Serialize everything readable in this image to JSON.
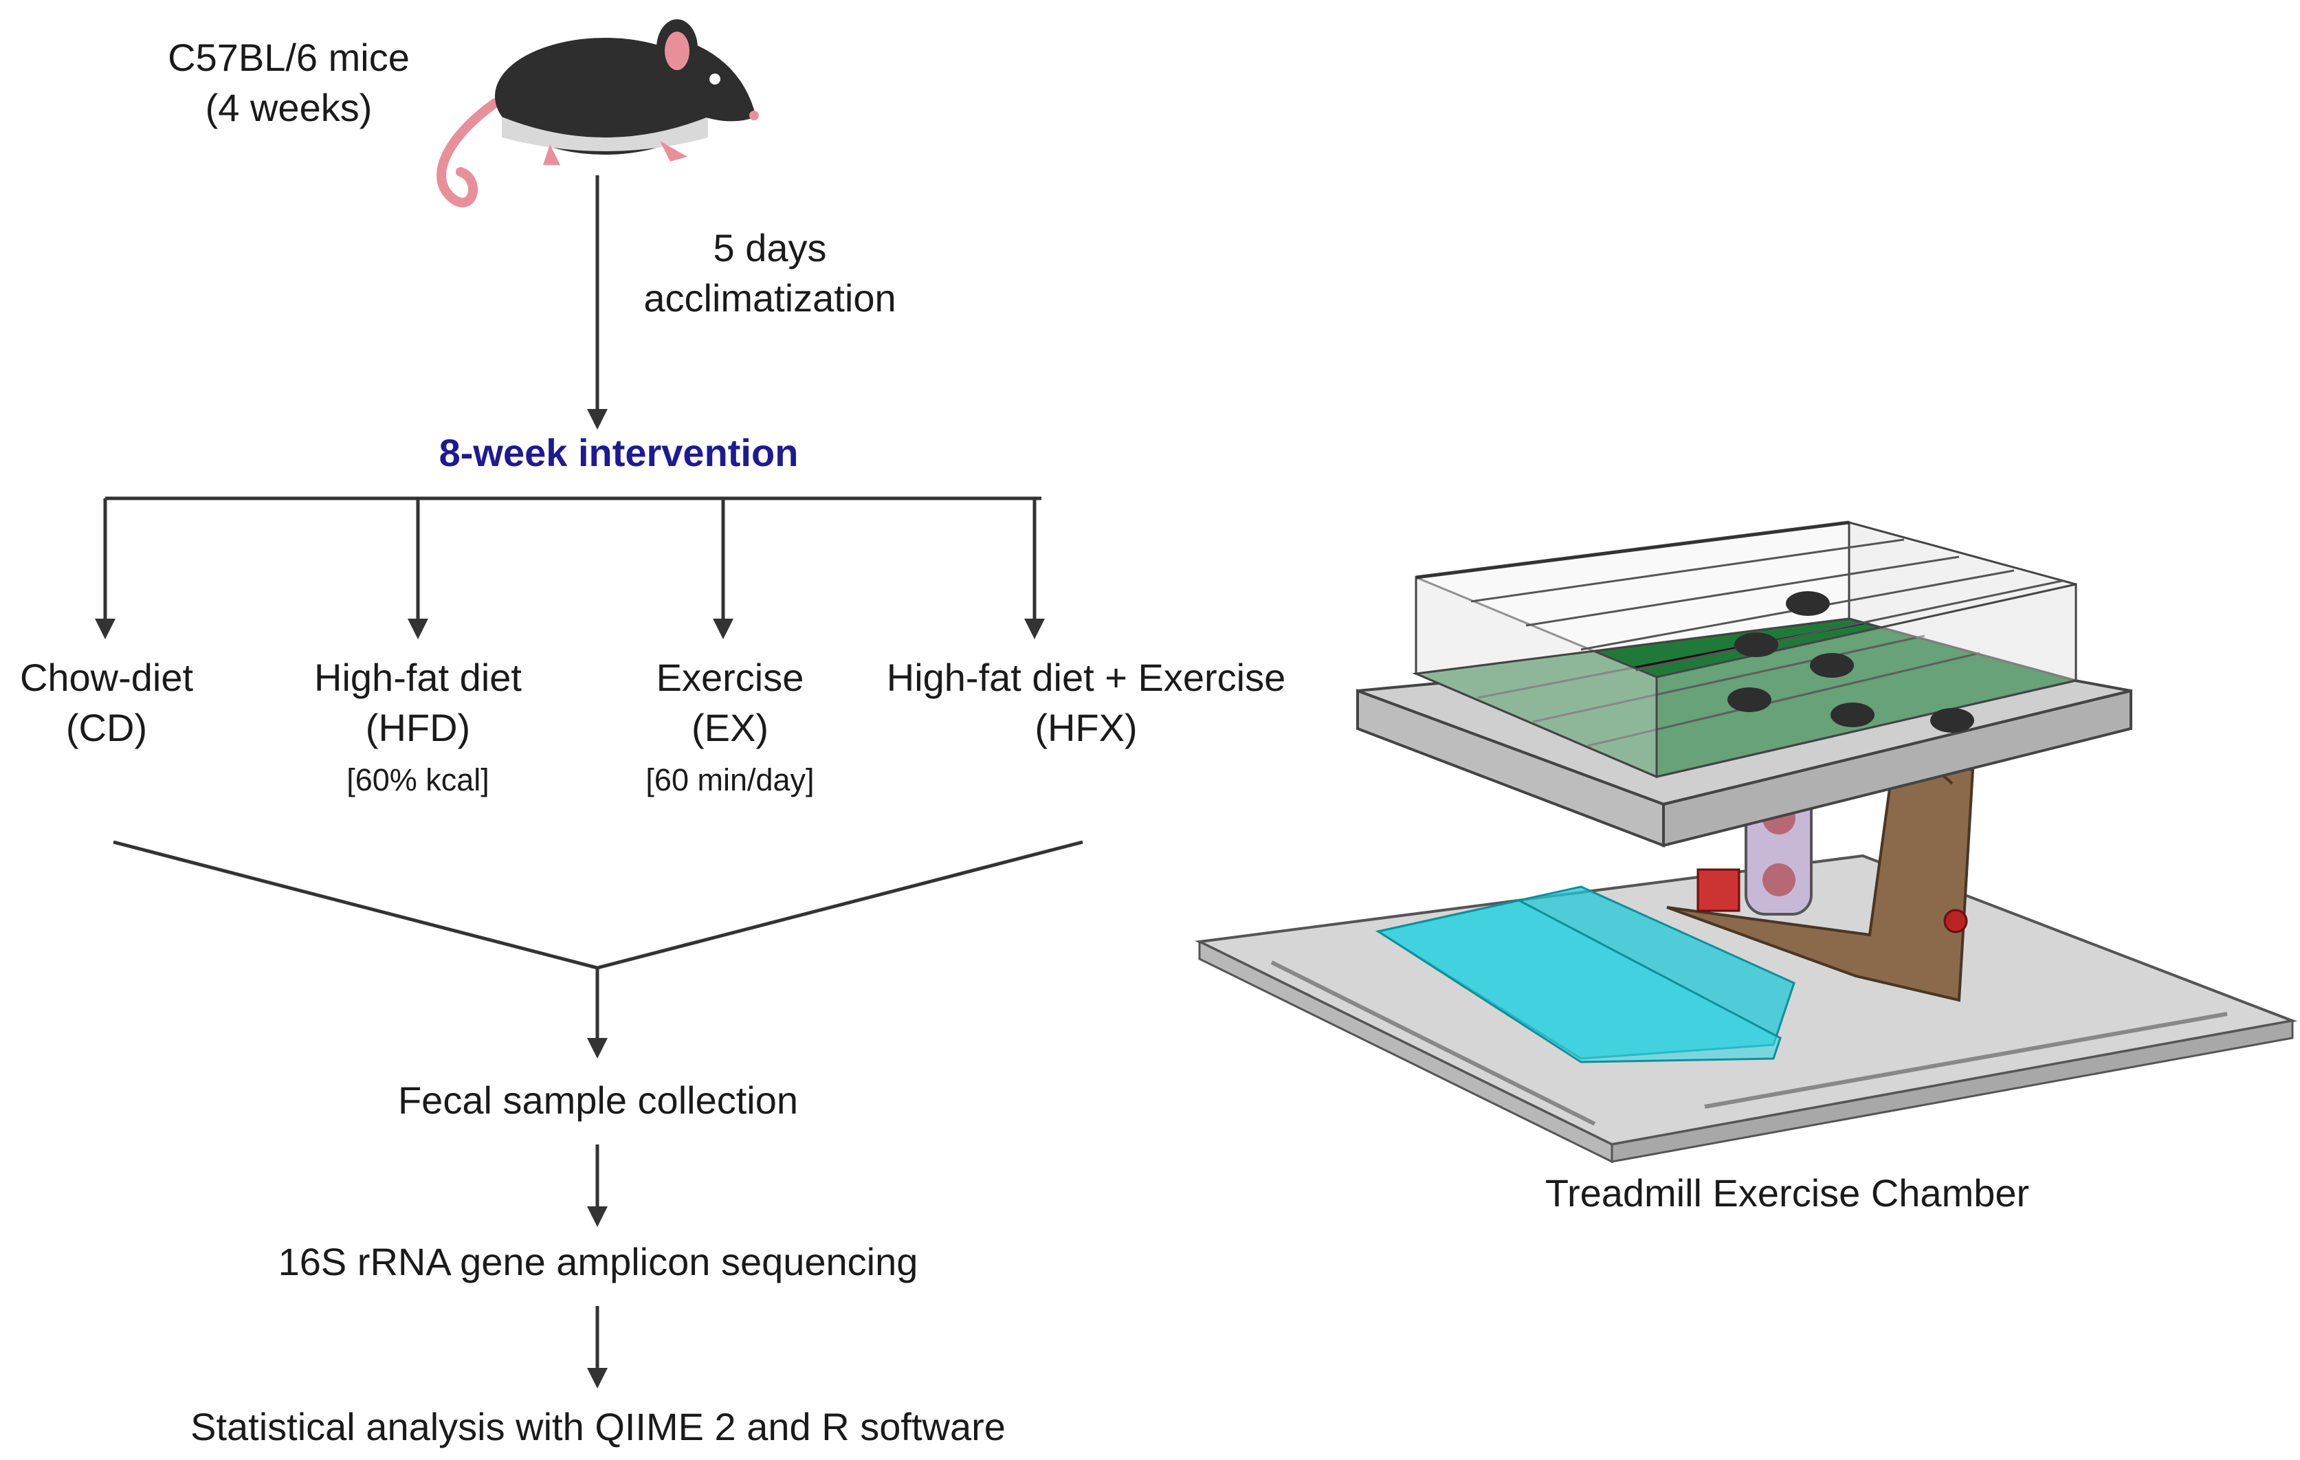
{
  "mouse": {
    "line1": "C57BL/6 mice",
    "line2": "(4 weeks)"
  },
  "acclimatization": {
    "line1": "5 days",
    "line2": "acclimatization"
  },
  "intervention": {
    "label": "8-week intervention",
    "color": "#1f1a8f"
  },
  "groups": [
    {
      "name": "Chow-diet",
      "abbr": "(CD)",
      "detail": ""
    },
    {
      "name": "High-fat diet",
      "abbr": "(HFD)",
      "detail": "[60% kcal]"
    },
    {
      "name": "Exercise",
      "abbr": "(EX)",
      "detail": "[60 min/day]"
    },
    {
      "name": "High-fat diet + Exercise",
      "abbr": "(HFX)",
      "detail": ""
    }
  ],
  "steps": {
    "fecal": "Fecal sample collection",
    "sequencing": "16S rRNA gene amplicon sequencing",
    "analysis": "Statistical analysis with QIIME 2 and R software"
  },
  "treadmill": {
    "caption": "Treadmill Exercise Chamber"
  },
  "colors": {
    "arrow": "#333333",
    "belt": "#1f7a3a",
    "water": "#22c8d8",
    "stand": "#8a6a4a",
    "mouse": "#2e2e2e"
  }
}
